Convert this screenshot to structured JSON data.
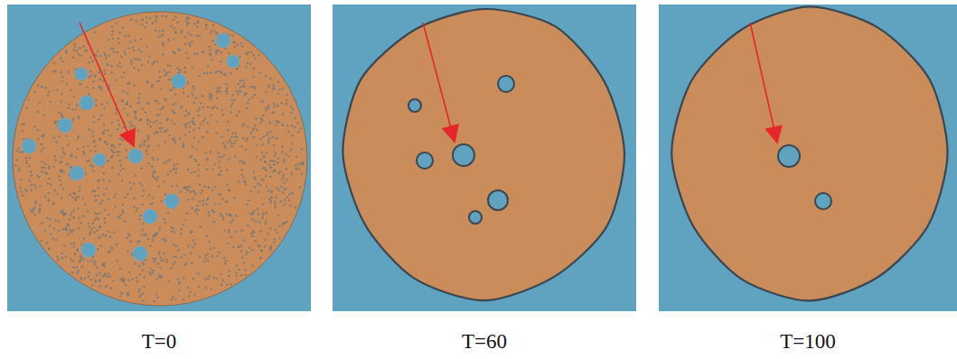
{
  "diagram": {
    "labels": [
      "T=0",
      "T=60",
      "T=100"
    ]
  }
}
